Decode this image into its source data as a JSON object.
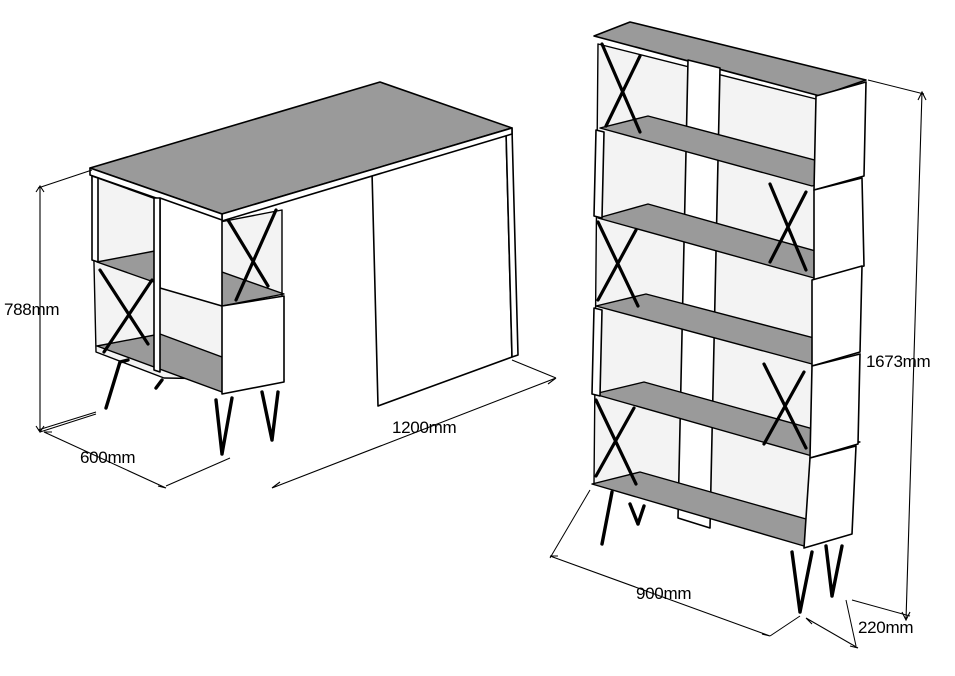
{
  "desk": {
    "height_label": "788mm",
    "depth_label": "600mm",
    "width_label": "1200mm"
  },
  "bookcase": {
    "height_label": "1673mm",
    "width_label": "900mm",
    "depth_label": "220mm"
  },
  "colors": {
    "panel_top": "#9a9a9a",
    "panel_face": "#ffffff",
    "inner_back": "#f3f3f3",
    "line": "#000000"
  }
}
